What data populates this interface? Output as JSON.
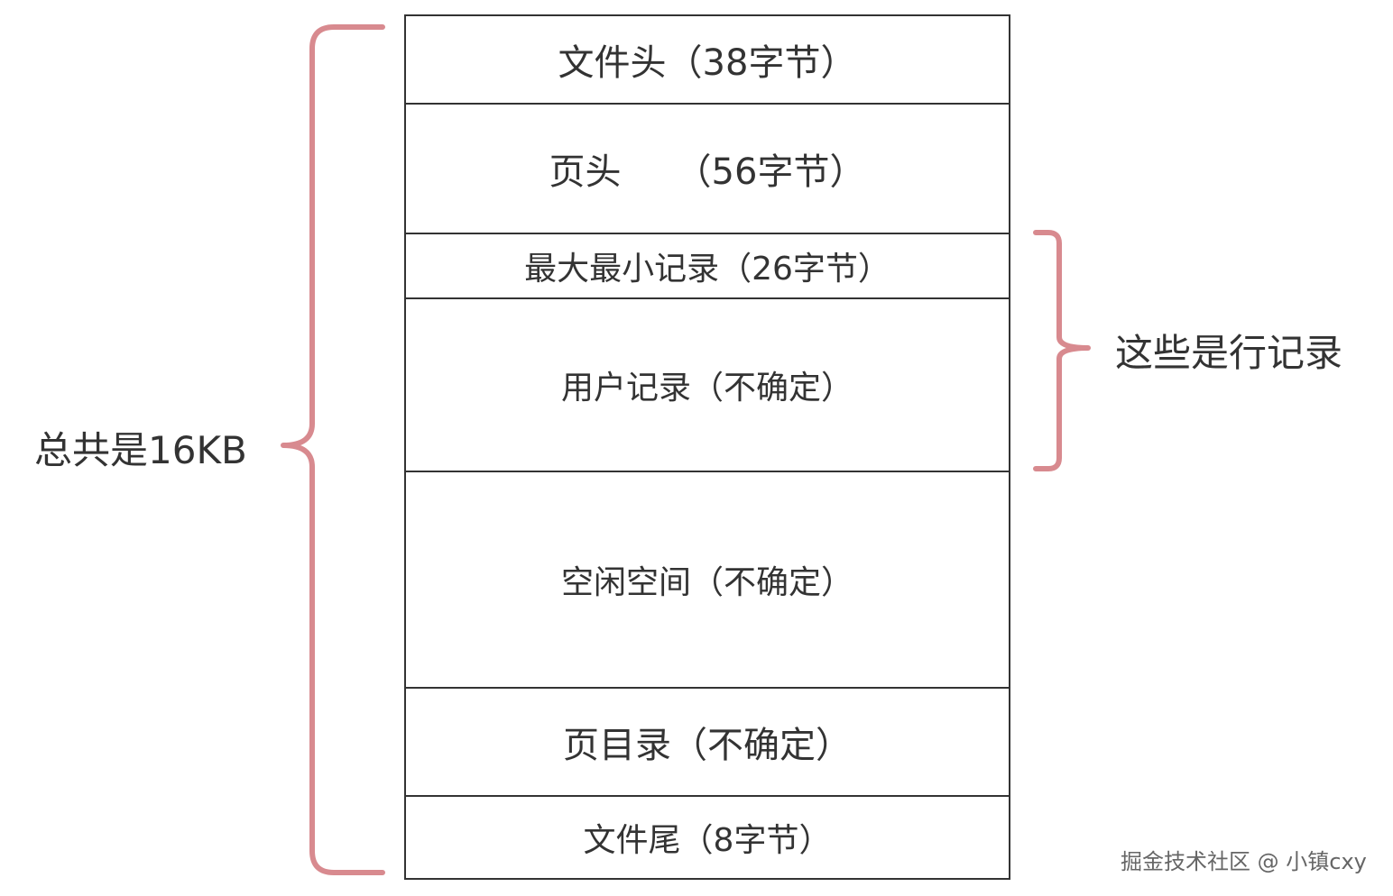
{
  "colors": {
    "border": "#333333",
    "text": "#333333",
    "brace": "#D88A8F",
    "watermark": "#666666"
  },
  "sections": [
    {
      "name": "文件头",
      "size": "（38字节）"
    },
    {
      "name": "页头",
      "size": "（56字节）"
    },
    {
      "name": "最大最小记录",
      "size": "（26字节）"
    },
    {
      "name": "用户记录",
      "size": "（不确定）"
    },
    {
      "name": "空闲空间",
      "size": "（不确定）"
    },
    {
      "name": "页目录",
      "size": "（不确定）"
    },
    {
      "name": "文件尾",
      "size": "（8字节）"
    }
  ],
  "total_label": "总共是16KB",
  "rows_label": "这些是行记录",
  "watermark": "掘金技术社区 @ 小镇cxy"
}
